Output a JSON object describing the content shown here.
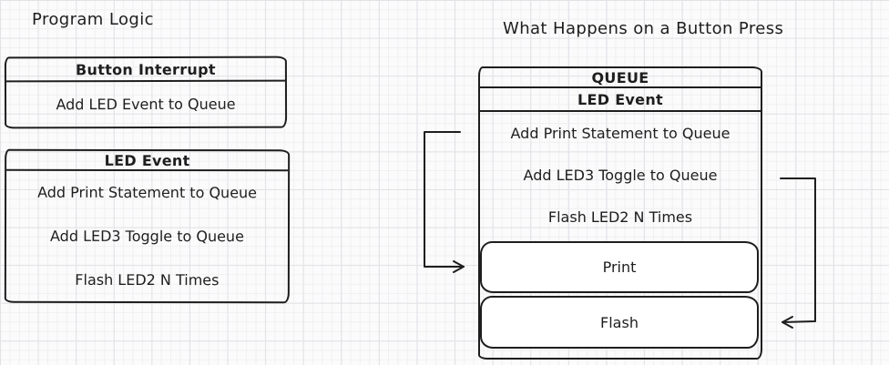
{
  "canvas": {
    "background": "#fbfbfb",
    "grid_minor_color": "#f0f0f4",
    "grid_major_color": "#e2e2e7",
    "stroke_color": "#1e1e1e"
  },
  "left_panel": {
    "title": "Program Logic",
    "button_interrupt_box": {
      "header": "Button Interrupt",
      "body": "Add LED Event to Queue"
    },
    "led_event_box": {
      "header": "LED Event",
      "lines": [
        "Add Print Statement to Queue",
        "Add LED3 Toggle to Queue",
        "Flash LED2 N Times"
      ]
    }
  },
  "right_panel": {
    "title": "What Happens on a Button Press",
    "queue_box": {
      "header": "QUEUE",
      "led_event_section": {
        "header": "LED Event",
        "lines": [
          "Add Print Statement to Queue",
          "Add LED3 Toggle to Queue",
          "Flash LED2 N Times"
        ]
      },
      "action_boxes": [
        "Print",
        "Flash"
      ]
    },
    "arrows": [
      {
        "name": "queue-to-print-arrow"
      },
      {
        "name": "queue-to-flash-arrow"
      }
    ]
  }
}
